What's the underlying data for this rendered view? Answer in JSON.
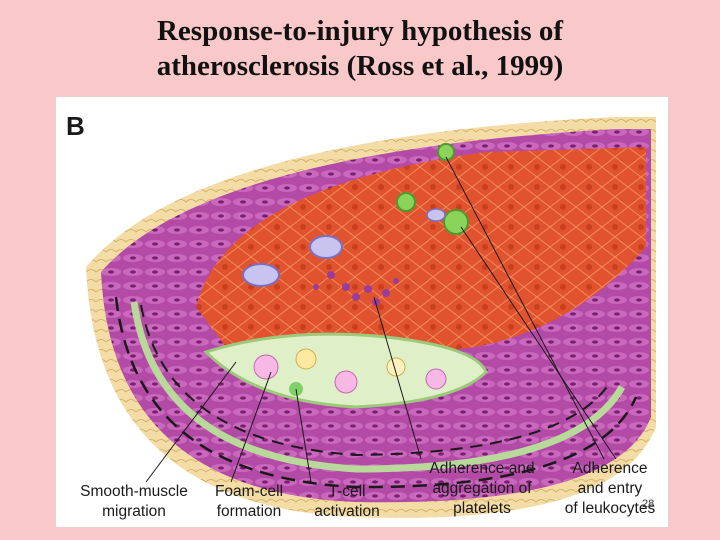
{
  "slide": {
    "title_line1": "Response-to-injury hypothesis of",
    "title_line2": "atherosclerosis (Ross et al., 1999)",
    "page_number": "28"
  },
  "figure": {
    "panel_letter": "B",
    "labels": {
      "smooth_muscle": [
        "Smooth-muscle",
        "migration"
      ],
      "foam_cell": [
        "Foam-cell",
        "formation"
      ],
      "t_cell": [
        "T-cell",
        "activation"
      ],
      "platelets": [
        "Adherence and",
        "aggregation of",
        "platelets"
      ],
      "leukocytes": [
        "Adherence",
        "and entry",
        "of leukocytes"
      ]
    }
  }
}
